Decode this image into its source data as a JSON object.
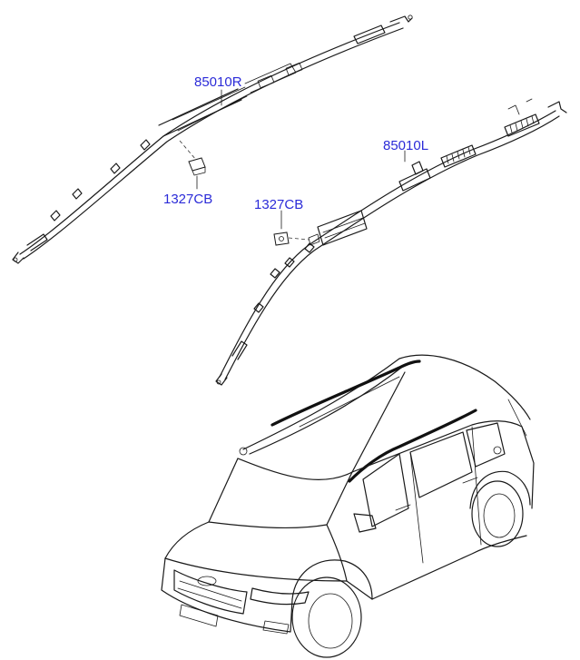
{
  "labels": {
    "part_right_airbag": "85010R",
    "part_left_airbag": "85010L",
    "clip_right": "1327CB",
    "clip_left": "1327CB"
  },
  "colors": {
    "label_text": "#2b2bd8",
    "line_art": "#1a1a1a",
    "background": "#ffffff"
  },
  "icons": {
    "vehicle": "suv-front-three-quarter-illustration"
  }
}
